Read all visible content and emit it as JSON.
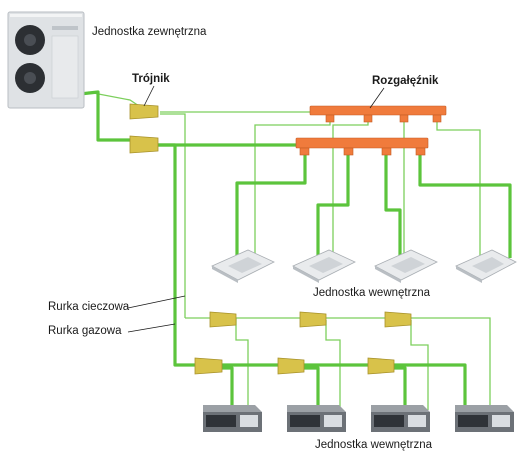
{
  "labels": {
    "outdoor_unit": "Jednostka zewnętrzna",
    "tee": "Trójnik",
    "manifold": "Rozgałęźnik",
    "indoor_units_cassette": "Jednostka wewnętrzna",
    "indoor_units_duct": "Jednostka wewnętrzna",
    "liquid_pipe": "Rurka cieczowa",
    "gas_pipe": "Rurka gazowa"
  },
  "colors": {
    "gas_pipe": "#5cc43c",
    "liquid_pipe": "#7ccf5c",
    "manifold": "#f07b3c",
    "tee": "#d8c24a",
    "unit_body": "#d9dde1"
  }
}
